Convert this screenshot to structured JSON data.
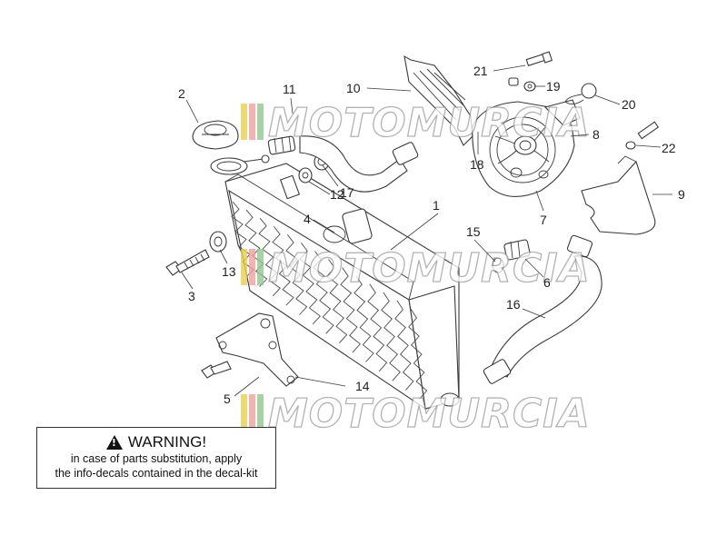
{
  "watermark": {
    "text": "MOTOMURCIA",
    "stripe_colors": [
      "#e8d050",
      "#f0a0a0",
      "#90c890"
    ]
  },
  "callouts": [
    {
      "id": "1",
      "label": "1"
    },
    {
      "id": "2",
      "label": "2"
    },
    {
      "id": "3",
      "label": "3"
    },
    {
      "id": "4",
      "label": "4"
    },
    {
      "id": "5",
      "label": "5"
    },
    {
      "id": "6",
      "label": "6"
    },
    {
      "id": "7",
      "label": "7"
    },
    {
      "id": "8",
      "label": "8"
    },
    {
      "id": "9",
      "label": "9"
    },
    {
      "id": "10",
      "label": "10"
    },
    {
      "id": "11",
      "label": "11"
    },
    {
      "id": "12",
      "label": "12"
    },
    {
      "id": "13",
      "label": "13"
    },
    {
      "id": "14",
      "label": "14"
    },
    {
      "id": "15",
      "label": "15"
    },
    {
      "id": "16",
      "label": "16"
    },
    {
      "id": "17",
      "label": "17"
    },
    {
      "id": "18",
      "label": "18"
    },
    {
      "id": "19",
      "label": "19"
    },
    {
      "id": "20",
      "label": "20"
    },
    {
      "id": "21",
      "label": "21"
    },
    {
      "id": "22",
      "label": "22"
    }
  ],
  "warning": {
    "title": "WARNING!",
    "line1": "in case of parts substitution, apply",
    "line2": "the info-decals contained in the decal-kit",
    "icon": "warning-triangle-icon"
  }
}
